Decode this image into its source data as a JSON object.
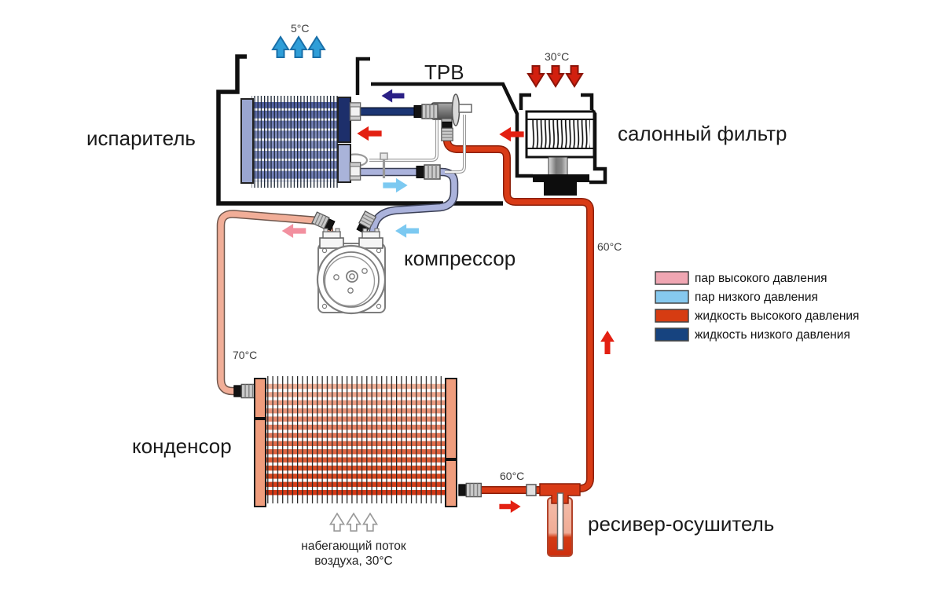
{
  "diagram": {
    "labels": {
      "evaporator": "испаритель",
      "trv": "ТРВ",
      "cabin_filter": "салонный фильтр",
      "compressor": "компрессор",
      "condenser": "конденсор",
      "receiver_drier": "ресивер-осушитель"
    },
    "temperatures": {
      "evaporator_air_out": "5°C",
      "cabin_filter_air_in": "30°C",
      "riser_line": "60°C",
      "discharge_line": "70°C",
      "condenser_outlet": "60°C"
    },
    "airflow_note": {
      "line1": "набегающий поток",
      "line2": "воздуха, 30°C"
    },
    "legend": {
      "items": [
        {
          "label": "пар высокого давления",
          "color": "#f0a6b2"
        },
        {
          "label": "пар низкого давления",
          "color": "#86c9ef"
        },
        {
          "label": "жидкость высокого давления",
          "color": "#d63c12"
        },
        {
          "label": "жидкость низкого давления",
          "color": "#16437f"
        }
      ]
    },
    "pipe_colors": {
      "high_pressure_vapor": "#f1ae98",
      "low_pressure_vapor": "#abb3dc",
      "low_pressure_liquid": "#1c3574",
      "high_pressure_liquid": "#d93b16"
    },
    "arrow_colors": {
      "flow_red": "#e32012",
      "flow_pink": "#f2909f",
      "flow_lightblue": "#7cc9f1",
      "flow_navy": "#2b2086",
      "air_cold": "#2f9ed8",
      "air_hot": "#d2200f",
      "air_white": "#ffffff"
    }
  }
}
